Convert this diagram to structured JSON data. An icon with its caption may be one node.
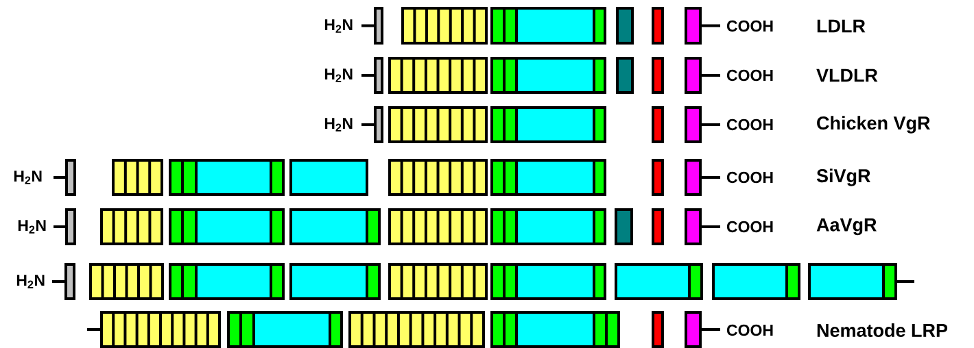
{
  "diagram": {
    "labels": [
      "H$_{2}$N",
      "COOH",
      "LDLR",
      "H$_{2}$N",
      "COOH",
      "VLDLR",
      "H$_{2}$N",
      "COOH",
      "Chicken VgR",
      "H$_{2}$N",
      "COOH",
      "SiVgR",
      "H$_{2}$N",
      "COOH",
      "AaVgR",
      "H$_{2}$N",
      "COOH",
      "Nematode LRP"
    ]
  }
}
